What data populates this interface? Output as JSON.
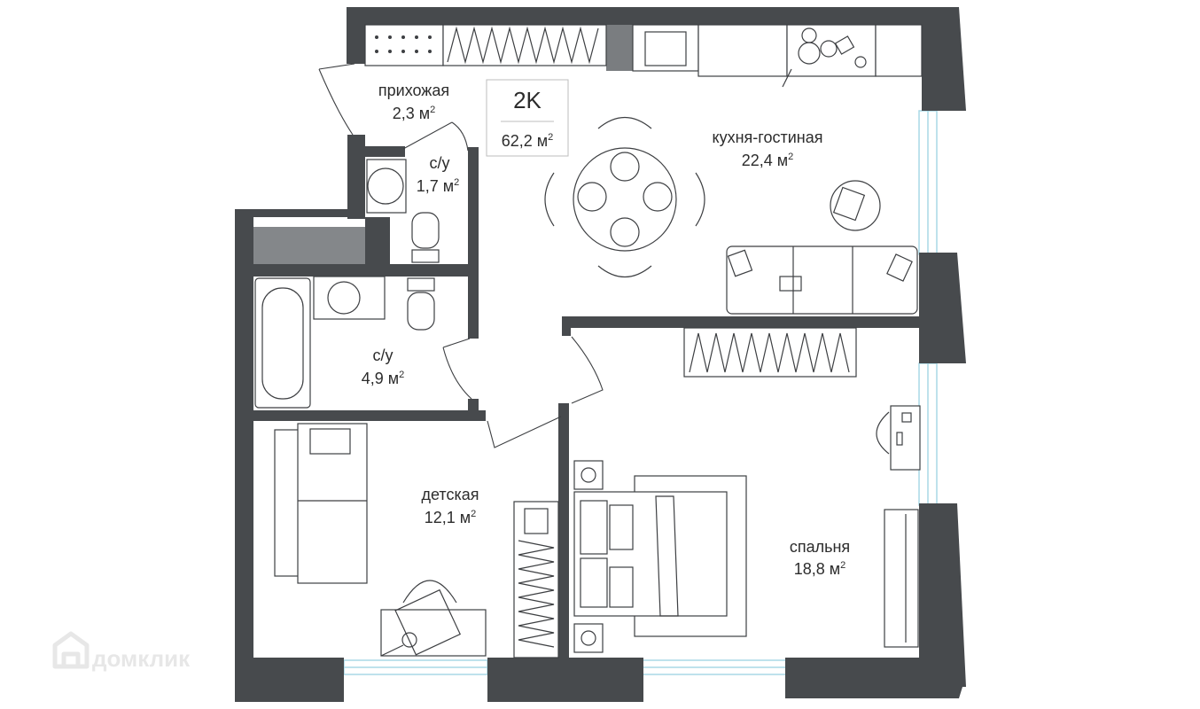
{
  "plan": {
    "type_label": "2K",
    "total_area": "62,2 м",
    "area_sup": "2"
  },
  "rooms": {
    "hallway": {
      "name": "прихожая",
      "area": "2,3 м"
    },
    "bath_small": {
      "name": "с/у",
      "area": "1,7 м"
    },
    "kitchen_living": {
      "name": "кухня-гостиная",
      "area": "22,4 м"
    },
    "bath_large": {
      "name": "с/у",
      "area": "4,9 м"
    },
    "kids_room": {
      "name": "детская",
      "area": "12,1 м"
    },
    "bedroom": {
      "name": "спальня",
      "area": "18,8 м"
    }
  },
  "watermark": {
    "text": "домклик",
    "icon": "home-icon"
  },
  "colors": {
    "wall": "#474a4d",
    "window": "#a9d8e6",
    "text": "#2c2c2c"
  }
}
